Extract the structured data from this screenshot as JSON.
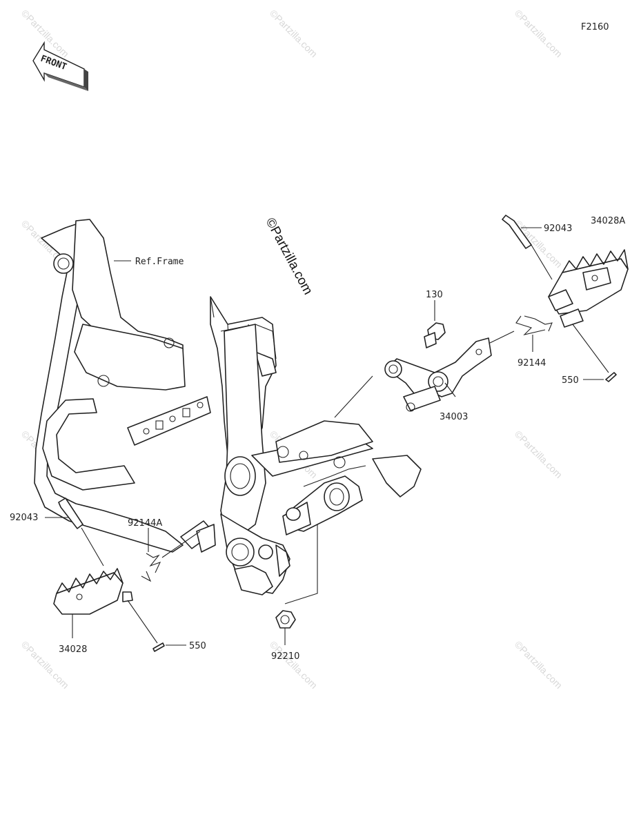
{
  "diagram": {
    "code": "F2160",
    "front_label": "FRONT",
    "copyright": "©Partzilla.com",
    "watermark": "©Partzilla.com",
    "frame_ref": "Ref.Frame",
    "callouts": {
      "bolt_130": "130",
      "pin_right": "92043",
      "footpeg_right": "34028A",
      "spring_right": "92144",
      "cotter_right": "550",
      "bracket": "34003",
      "pin_left": "92043",
      "spring_left": "92144A",
      "footpeg_left": "34028",
      "cotter_left": "550",
      "nut": "92210"
    }
  }
}
